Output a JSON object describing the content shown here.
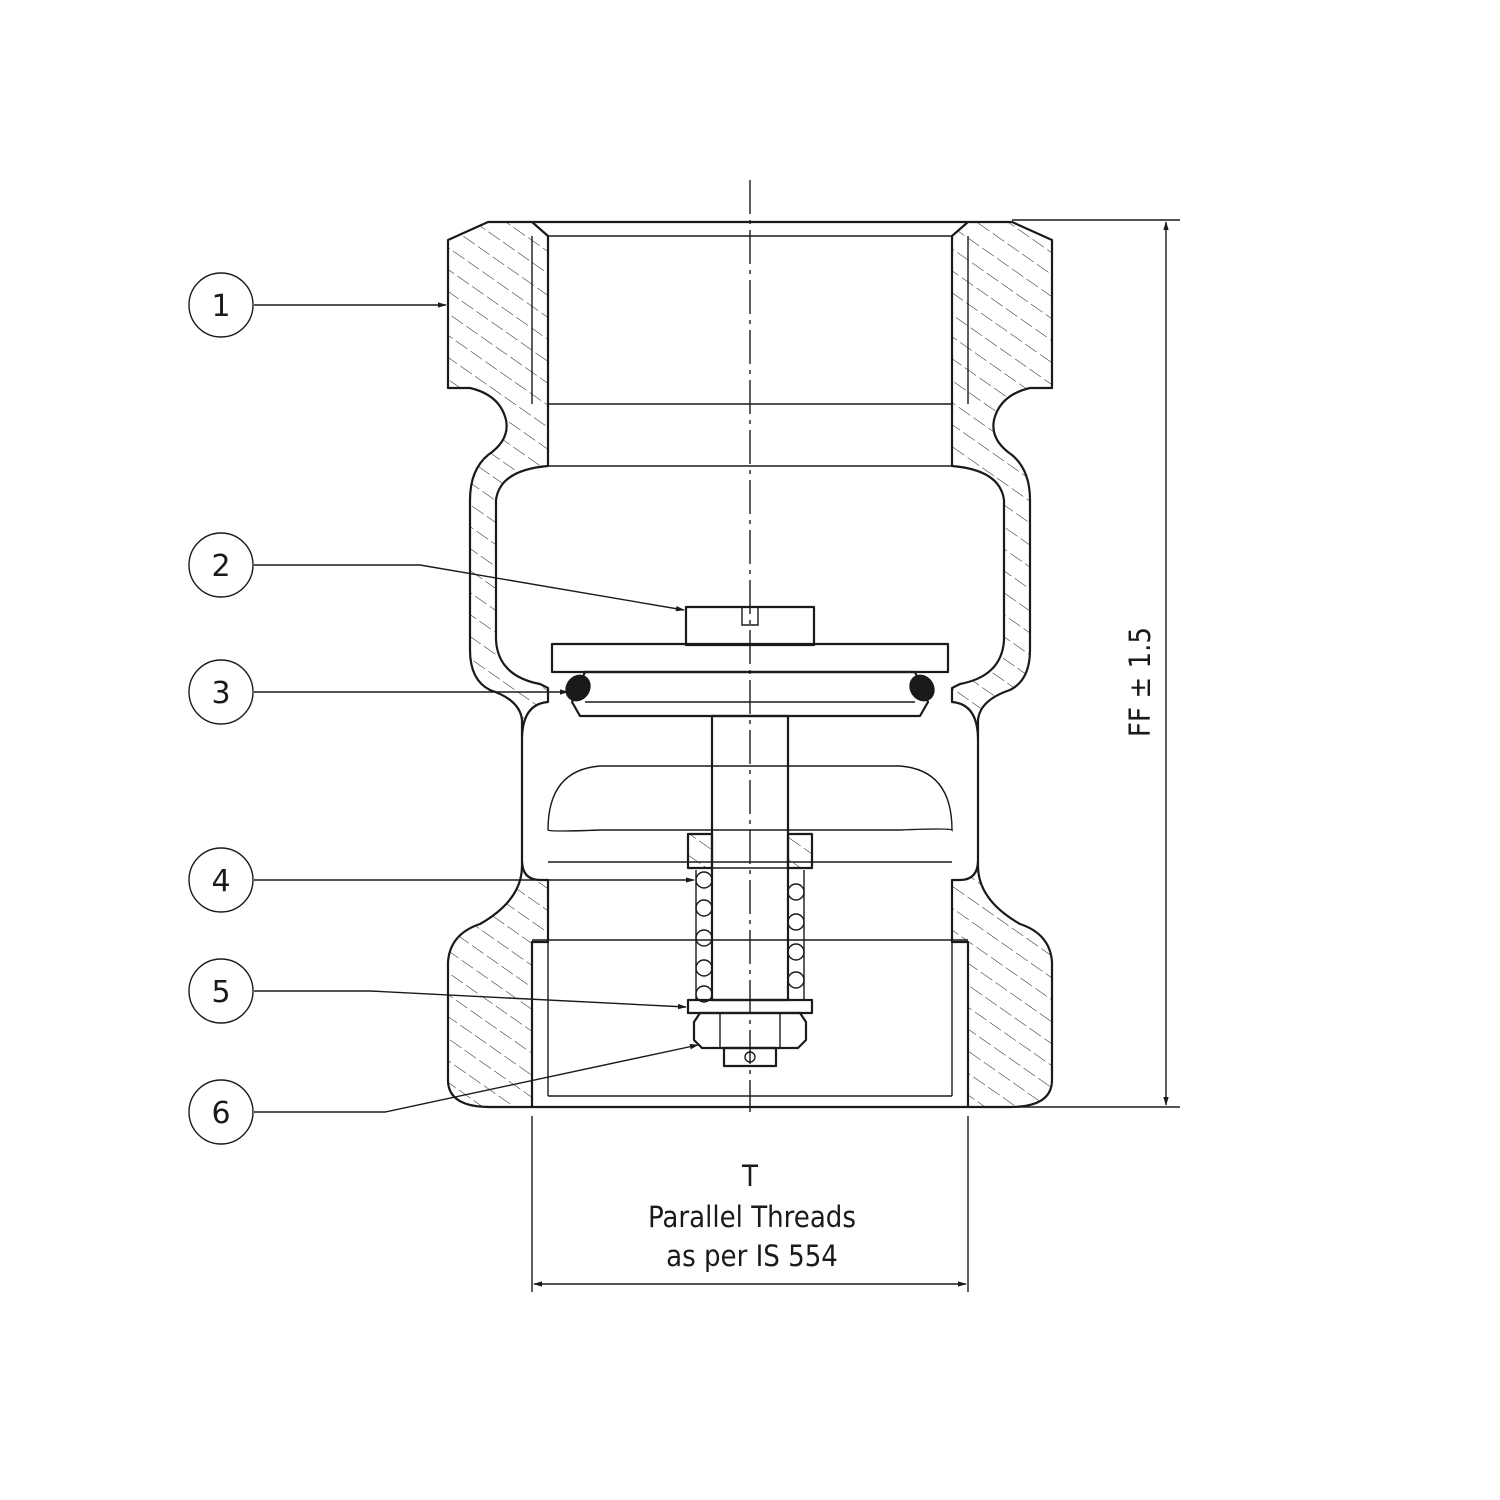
{
  "callouts": [
    {
      "number": "1"
    },
    {
      "number": "2"
    },
    {
      "number": "3"
    },
    {
      "number": "4"
    },
    {
      "number": "5"
    },
    {
      "number": "6"
    }
  ],
  "dimensions": {
    "height_label": "FF ± 1.5",
    "thread_symbol": "T",
    "thread_line1": "Parallel Threads",
    "thread_line2": "as per IS 554"
  }
}
